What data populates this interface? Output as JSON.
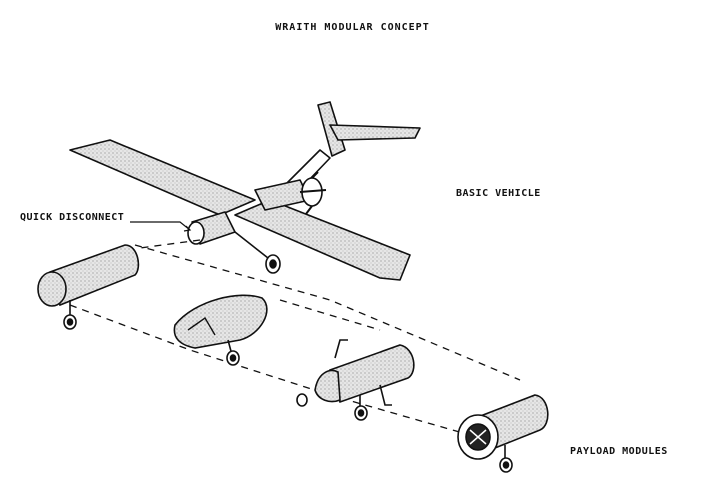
{
  "title": "WRAITH   MODULAR   CONCEPT",
  "labels": {
    "basic_vehicle": "BASIC VEHICLE",
    "quick_disconnect": "QUICK DISCONNECT",
    "payload_modules": "PAYLOAD MODULES"
  },
  "colors": {
    "ink": "#111111",
    "stipple": "#d9d9d9",
    "background": "#ffffff"
  }
}
